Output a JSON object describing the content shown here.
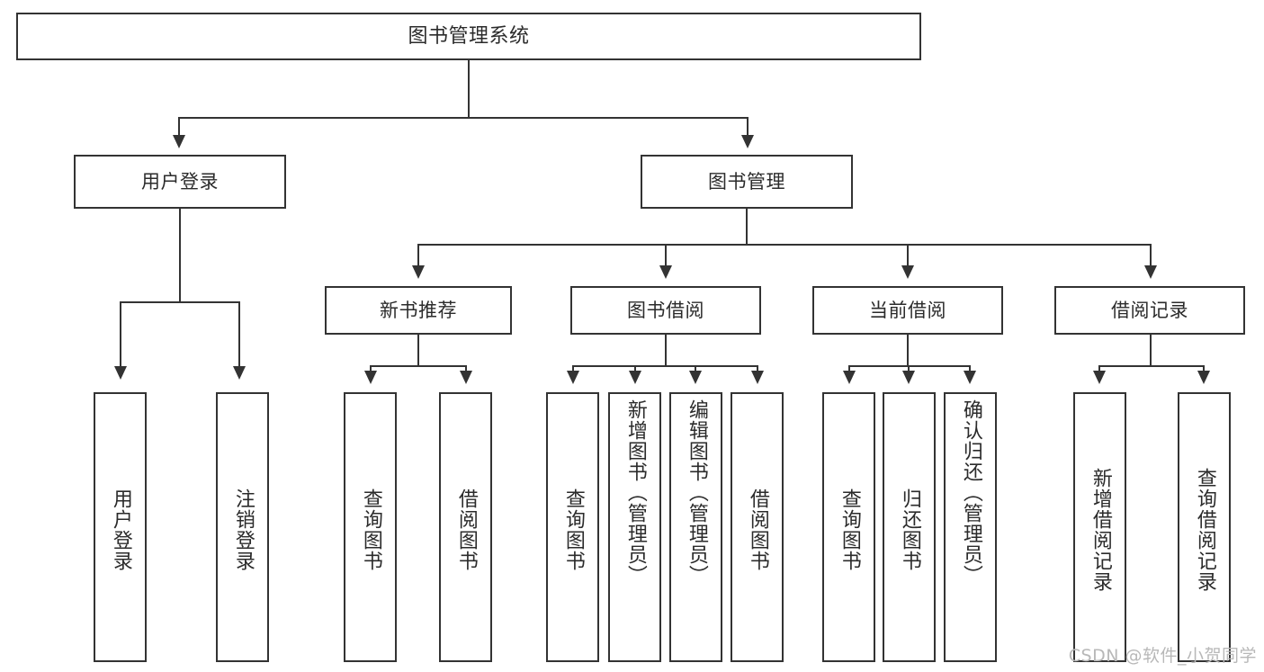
{
  "diagram": {
    "title": "图书管理系统",
    "type": "tree-hierarchy",
    "watermark": "CSDN @软件_小贺同学",
    "colors": {
      "stroke": "#333333",
      "fill": "#ffffff",
      "text": "#2b2b2b",
      "watermark": "#b8b8b8"
    },
    "root": {
      "label": "图书管理系统"
    },
    "level2": [
      {
        "label": "用户登录"
      },
      {
        "label": "图书管理"
      }
    ],
    "level3": [
      {
        "label": "新书推荐"
      },
      {
        "label": "图书借阅"
      },
      {
        "label": "当前借阅"
      },
      {
        "label": "借阅记录"
      }
    ],
    "leaves": {
      "user_login": [
        {
          "label": "用户登录"
        },
        {
          "label": "注销登录"
        }
      ],
      "new_book": [
        {
          "label": "查询图书"
        },
        {
          "label": "借阅图书"
        }
      ],
      "book_borrow": [
        {
          "label": "查询图书"
        },
        {
          "label": "新增图书（管理员）"
        },
        {
          "label": "编辑图书（管理员）"
        },
        {
          "label": "借阅图书"
        }
      ],
      "current_borrow": [
        {
          "label": "查询图书"
        },
        {
          "label": "归还图书"
        },
        {
          "label": "确认归还（管理员）"
        }
      ],
      "borrow_record": [
        {
          "label": "新增借阅记录"
        },
        {
          "label": "查询借阅记录"
        }
      ]
    }
  }
}
